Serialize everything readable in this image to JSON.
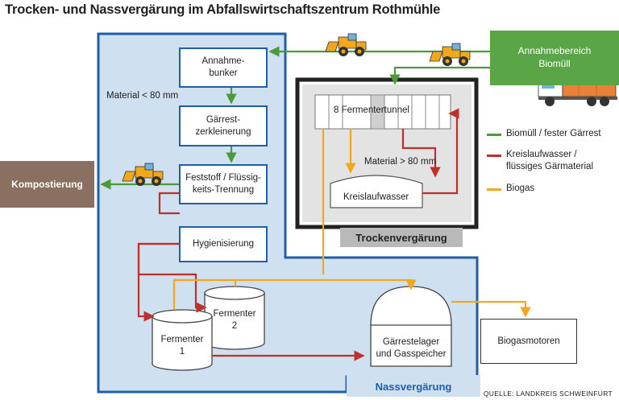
{
  "title": "Trocken- und Nassvergärung im Abfallswirtschaftszentrum Rothmühle",
  "nodes": {
    "annahmebunker": "Annahme-\nbunker",
    "gaerrest_zerkleinerung": "Gärrest-\nzerkleinerung",
    "trennung": "Feststoff / Flüssig-\nkeits-Trennung",
    "hygienisierung": "Hygienisierung",
    "fermenter1": "Fermenter\n1",
    "fermenter2": "Fermenter\n2",
    "gaerrestelager": "Gärrestelager\nund Gasspeicher",
    "fermentertunnel": "8 Fermentertunnel",
    "kreislaufwasser": "Kreislaufwasser",
    "annahmebereich": "Annahmebereich\nBiomüll",
    "kompostierung": "Kompostierung",
    "biogasmotoren": "Biogasmotoren"
  },
  "labels": {
    "material_lt": "Material < 80 mm",
    "material_gt": "Material > 80 mm",
    "trockenvergaerung": "Trockenvergärung",
    "nassvergaerung": "Nassvergärung"
  },
  "legend": [
    {
      "label": "Biomüll / fester Gärrest",
      "color": "#4c9a3c"
    },
    {
      "label": "Kreislaufwasser /\nflüssiges Gärmaterial",
      "color": "#c0302a"
    },
    {
      "label": "Biogas",
      "color": "#f2a81d"
    }
  ],
  "source": "QUELLE: LANDKREIS SCHWEINFURT"
}
